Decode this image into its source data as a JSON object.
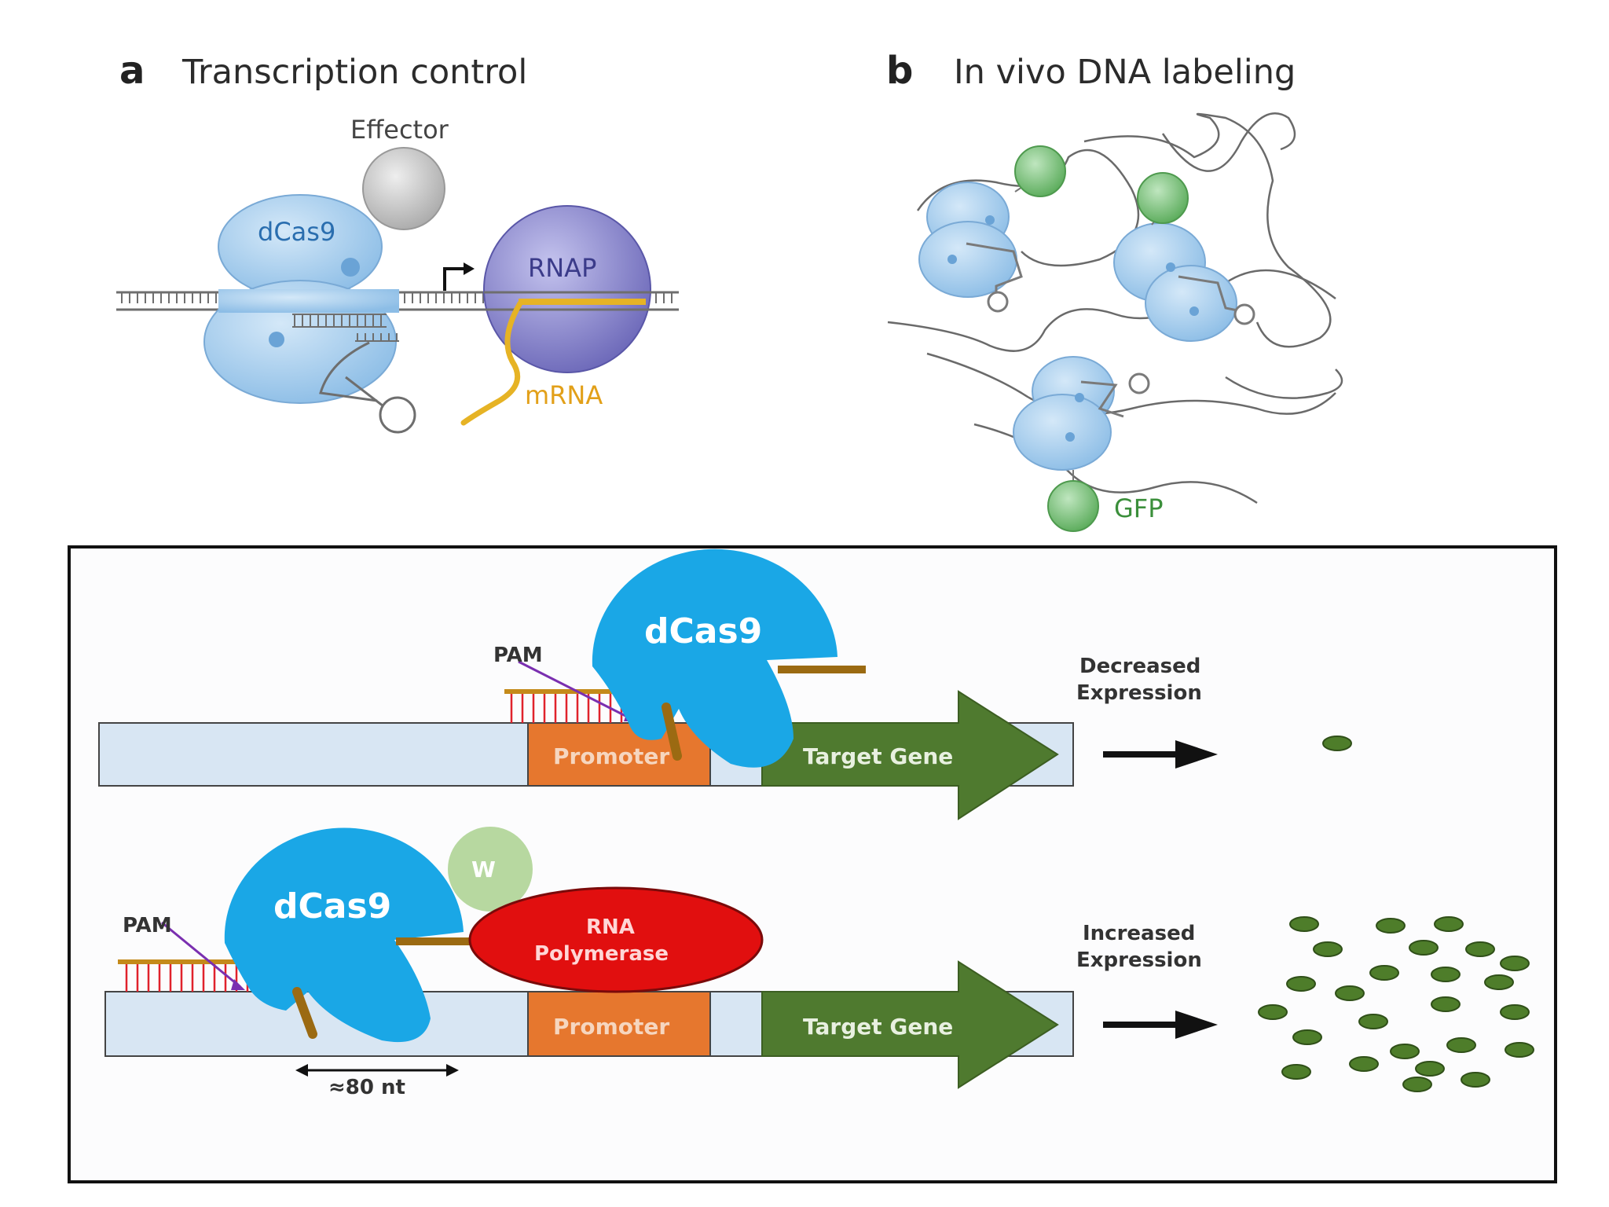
{
  "panel_a": {
    "letter": "a",
    "title": "Transcription control",
    "labels": {
      "effector": "Effector",
      "dcas9": "dCas9",
      "rnap": "RNAP",
      "mrna": "mRNA"
    }
  },
  "panel_b": {
    "letter": "b",
    "title": "In vivo DNA labeling",
    "labels": {
      "gfp": "GFP"
    }
  },
  "panel_c": {
    "top": {
      "pam": "PAM",
      "dcas9": "dCas9",
      "promoter": "Promoter",
      "target_gene": "Target Gene",
      "outcome_line1": "Decreased",
      "outcome_line2": "Expression"
    },
    "bottom": {
      "pam": "PAM",
      "dcas9": "dCas9",
      "effector": "W",
      "rna_pol_line1": "RNA",
      "rna_pol_line2": "Polymerase",
      "promoter": "Promoter",
      "target_gene": "Target Gene",
      "distance": "≈80 nt",
      "outcome_line1": "Increased",
      "outcome_line2": "Expression"
    }
  },
  "colors": {
    "dcas9_light": "#9ec9ea",
    "dcas9_bright": "#1aa7e6",
    "rnap": "#7b78c4",
    "mrna": "#e6b325",
    "gfp": "#6fbf6f",
    "promoter": "#e6772e",
    "target_gene": "#4f7a2f",
    "dna_bar": "#d8e6f3",
    "rna_polymerase": "#e10f0f",
    "effector_w": "#b7d8a0",
    "guide_rna": "#9b6a12",
    "pam_pointer": "#7a2fb0",
    "protein_dots": "#4e7d2a"
  }
}
